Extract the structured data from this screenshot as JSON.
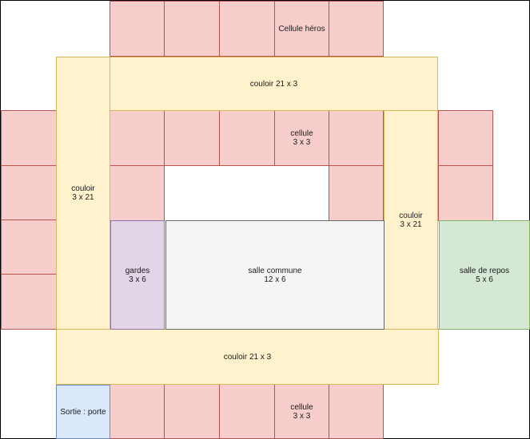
{
  "labels": {
    "hero_cell": "Cellule héros",
    "corridor_top": "couloir 21 x 3",
    "corridor_bottom": "couloir 21 x 3",
    "corridor_left": "couloir\n3 x 21",
    "corridor_right": "couloir\n3 x 21",
    "cell_middle": "cellule\n3 x 3",
    "cell_bottom": "cellule\n3 x 3",
    "guards": "gardes\n3 x 6",
    "common_room": "salle commune\n12 x 6",
    "rest_room": "salle de repos\n5 x 6",
    "exit": "Sortie : porte"
  },
  "colors": {
    "cell_fill": "#f8cecc",
    "cell_stroke": "#b85450",
    "corridor_fill": "#fff2cc",
    "corridor_stroke": "#d6b656",
    "guards_fill": "#e1d5e7",
    "common_room_fill": "#f5f5f5",
    "rest_room_fill": "#d5e8d4",
    "exit_fill": "#dae8fc"
  }
}
